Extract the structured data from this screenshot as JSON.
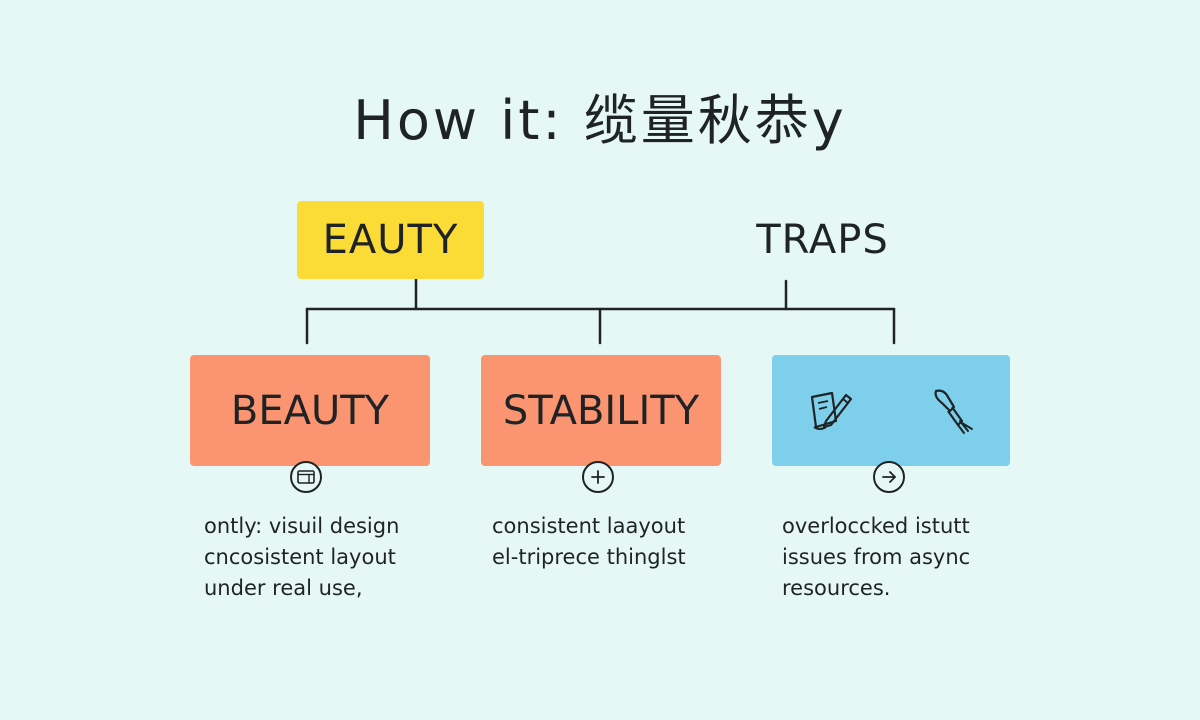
{
  "title": "How it: 缆量秋恭y",
  "top_nodes": {
    "left": "EAUTY",
    "right": "TRAPS"
  },
  "boxes": [
    {
      "label": "BEAUTY",
      "color": "#fb9571",
      "icon": "window-icon",
      "desc": [
        "ontly: visuil design",
        "cncosistent layout",
        "under real use,"
      ]
    },
    {
      "label": "STABILITY",
      "color": "#fb9571",
      "icon": "plus-icon",
      "desc": [
        "consistent laayout",
        "el-triprece thinglst"
      ]
    },
    {
      "label": "",
      "color": "#7dcfec",
      "icons": [
        "note-pen-icon",
        "brush-icon"
      ],
      "icon": "arrow-right-icon",
      "desc": [
        "overloccked istutt",
        "issues from async",
        "resources."
      ]
    }
  ],
  "colors": {
    "background": "#e5f8f6",
    "highlight": "#fbdc37",
    "coral": "#fb9571",
    "sky": "#7dcfec",
    "ink": "#1f2326"
  }
}
